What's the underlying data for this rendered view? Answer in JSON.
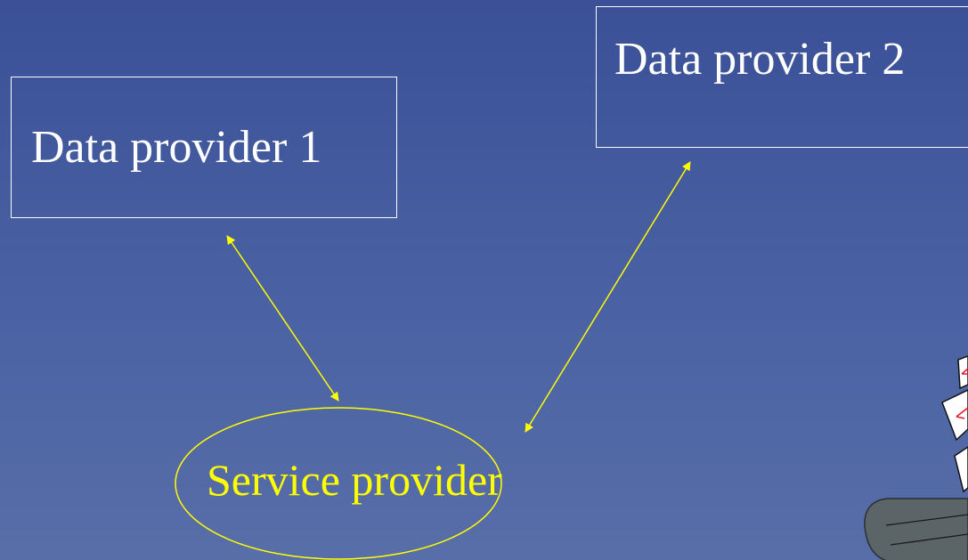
{
  "nodes": {
    "data_provider_1": {
      "label": "Data provider 1"
    },
    "data_provider_2": {
      "label": "Data provider 2"
    },
    "service_provider": {
      "label": "Service provider"
    }
  },
  "edges": [
    {
      "from": "data_provider_1",
      "to": "service_provider",
      "type": "bidirectional"
    },
    {
      "from": "data_provider_2",
      "to": "service_provider",
      "type": "bidirectional"
    }
  ],
  "colors": {
    "box_border": "#ffffff",
    "text": "#ffffff",
    "arrow": "#ffff00",
    "service_provider": "#ffff00",
    "background_top": "#3b5097",
    "background_bottom": "#586ea9"
  }
}
